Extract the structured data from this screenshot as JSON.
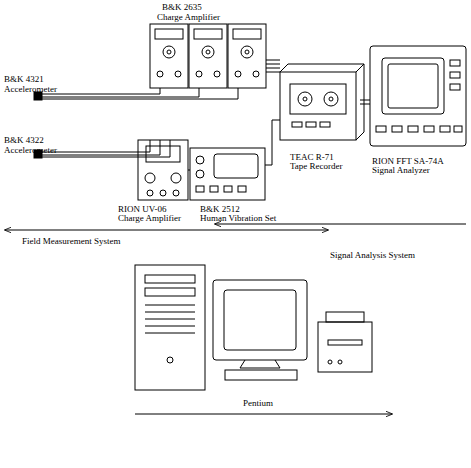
{
  "diagram": {
    "labels": [
      "B&K 2635",
      "Charge Amplifier",
      "B&K 4321",
      "Accelerometer",
      "B&K 4322",
      "Accelerometer",
      "RION UV-06",
      "Charge Amplifier",
      "B&K 2512",
      "Human Vibration Set",
      "TEAC R-71",
      "Tape Recorder",
      "RION FFT SA-74A",
      "Signal Analyzer",
      "Field Measurement System",
      "Signal Analysis System",
      "Pentium"
    ]
  }
}
